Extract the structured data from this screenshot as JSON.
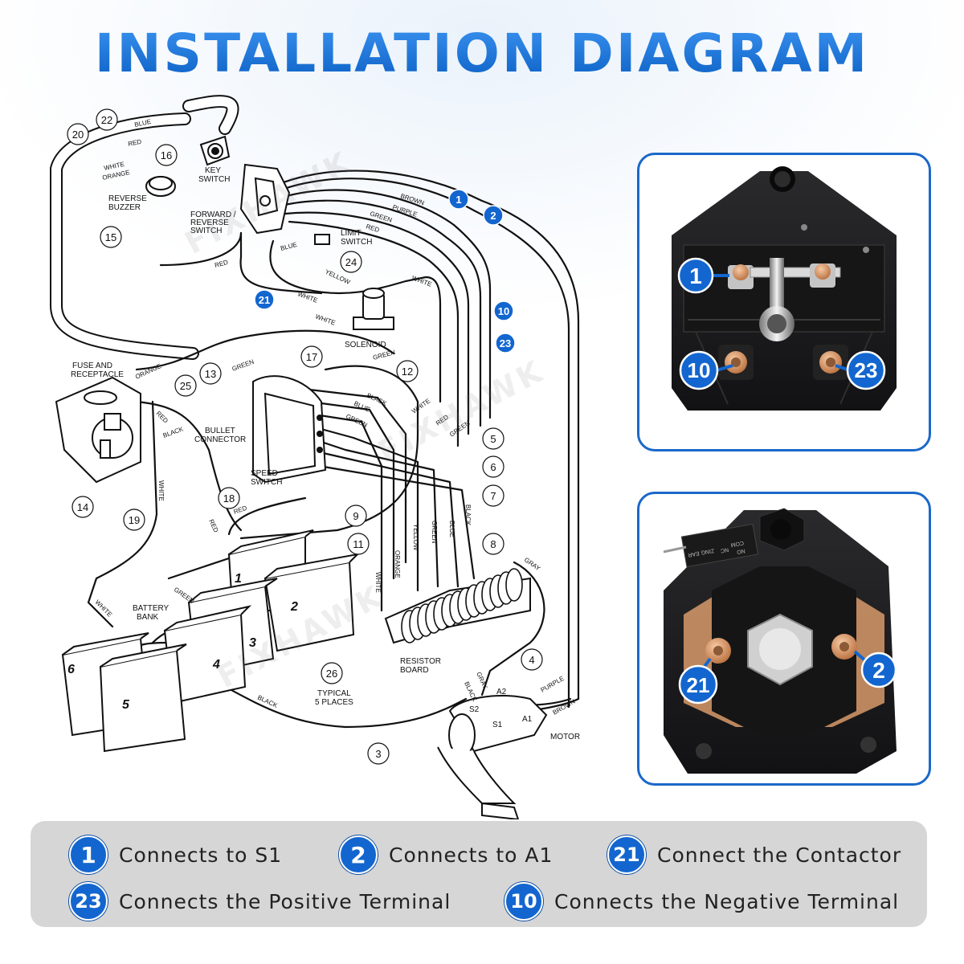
{
  "title": "INSTALLATION DIAGRAM",
  "watermark": "FIXHAWK",
  "components": {
    "key_switch": "KEY\nSWITCH",
    "forward_reverse": "FORWARD /\nREVERSE\nSWITCH",
    "reverse_buzzer": "REVERSE\nBUZZER",
    "limit_switch": "LIMIT\nSWITCH",
    "solenoid": "SOLENOID",
    "fuse": "FUSE AND\nRECEPTACLE",
    "bullet": "BULLET\nCONNECTOR",
    "speed_switch": "SPEED\nSWITCH",
    "battery_bank": "BATTERY\nBANK",
    "resistor": "RESISTOR\nBOARD",
    "typical": "TYPICAL\n5 PLACES",
    "motor": "MOTOR"
  },
  "wire_labels": [
    "BLUE",
    "RED",
    "WHITE",
    "ORANGE",
    "BROWN",
    "PURPLE",
    "GREEN",
    "RED",
    "BLUE",
    "YELLOW",
    "WHITE",
    "WHITE",
    "WHITE",
    "GREEN",
    "ORANGE",
    "GREEN",
    "BLACK",
    "BLUE",
    "GREEN",
    "WHITE",
    "RED",
    "GREEN",
    "RED",
    "BLACK",
    "WHITE",
    "RED",
    "RED",
    "GREEN",
    "WHITE",
    "BLACK",
    "ORANGE",
    "YELLOW",
    "GREEN",
    "BLUE",
    "BLACK",
    "WHITE",
    "GRAY",
    "GRAY",
    "BLACK",
    "PURPLE",
    "BROWN",
    "RED"
  ],
  "terminal_labels": [
    "S2",
    "S1",
    "A2",
    "A1"
  ],
  "battery_numbers": [
    "1",
    "2",
    "3",
    "4",
    "5",
    "6"
  ],
  "callouts": [
    "22",
    "20",
    "16",
    "15",
    "24",
    "17",
    "12",
    "13",
    "25",
    "14",
    "18",
    "19",
    "9",
    "11",
    "26",
    "5",
    "6",
    "7",
    "8",
    "4",
    "3"
  ],
  "markers": {
    "m1": "1",
    "m2": "2",
    "m10": "10",
    "m21": "21",
    "m23": "23"
  },
  "legend": [
    {
      "num": "1",
      "text": "Connects to S1"
    },
    {
      "num": "2",
      "text": "Connects to A1"
    },
    {
      "num": "21",
      "text": "Connect the Contactor"
    },
    {
      "num": "23",
      "text": "Connects the Positive Terminal"
    },
    {
      "num": "10",
      "text": "Connects the Negative Terminal"
    }
  ],
  "microswitch_text": [
    "NO",
    "COM",
    "NC",
    "ZING EAR"
  ],
  "colors": {
    "accent": "#1366cf",
    "panel_border": "#1a68c9",
    "legend_bg": "#d6d6d6",
    "device": "#1c1c1e",
    "copper": "#d89a6a"
  }
}
